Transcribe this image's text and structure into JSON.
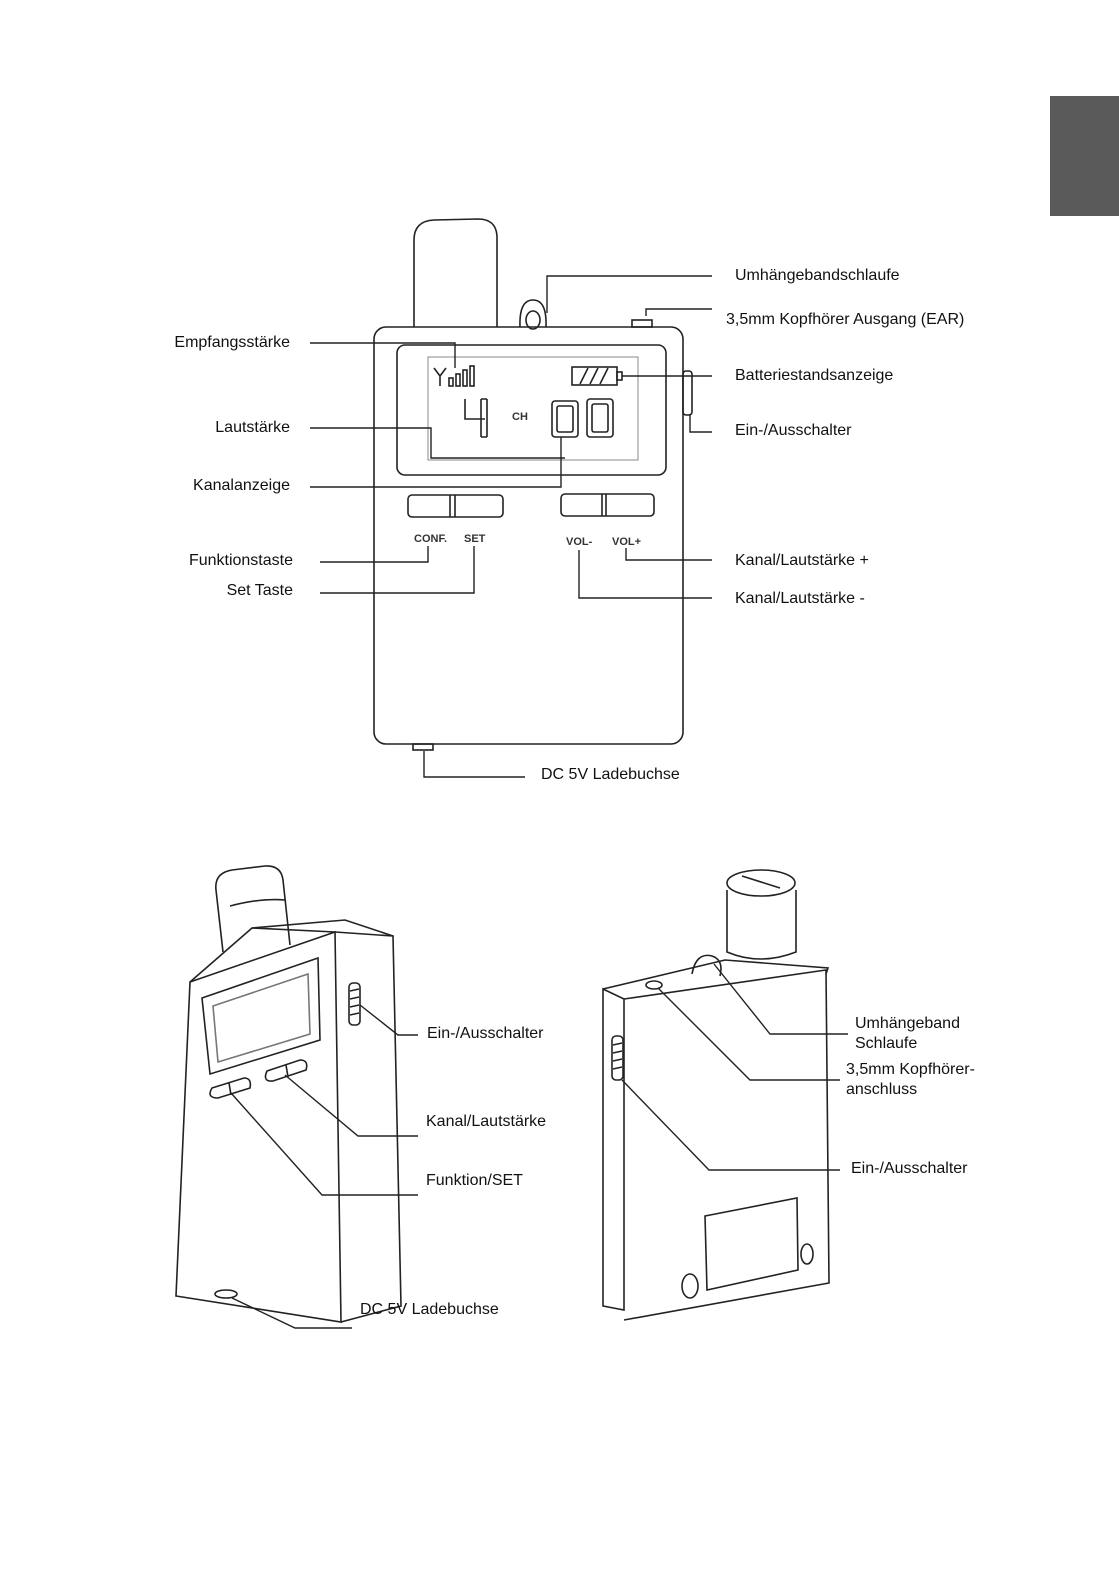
{
  "front_view": {
    "labels_left": {
      "signal": "Empfangsstärke",
      "volume": "Lautstärke",
      "channel_display": "Kanalanzeige",
      "function_key": "Funktionstaste",
      "set_key": "Set Taste"
    },
    "labels_right": {
      "strap_loop": "Umhängebandschlaufe",
      "earphone": "3,5mm Kopfhörer Ausgang (EAR)",
      "battery": "Batteriestandsanzeige",
      "power": "Ein-/Ausschalter",
      "vol_plus": "Kanal/Lautstärke +",
      "vol_minus": "Kanal/Lautstärke -"
    },
    "label_bottom": "DC 5V Ladebuchse",
    "display": {
      "volume_digit": "4",
      "ch_text": "CH",
      "channel_digits": "00"
    },
    "button_labels": {
      "conf": "CONF.",
      "set": "SET",
      "vol_minus": "VOL-",
      "vol_plus": "VOL+"
    }
  },
  "left_view": {
    "power": "Ein-/Ausschalter",
    "channel_volume": "Kanal/Lautstärke",
    "function_set": "Funktion/SET",
    "charging": "DC 5V Ladebuchse"
  },
  "right_view": {
    "strap_line1": "Umhängeband",
    "strap_line2": "Schlaufe",
    "earphone_line1": "3,5mm Kopfhörer-",
    "earphone_line2": "anschluss",
    "power": "Ein-/Ausschalter"
  }
}
